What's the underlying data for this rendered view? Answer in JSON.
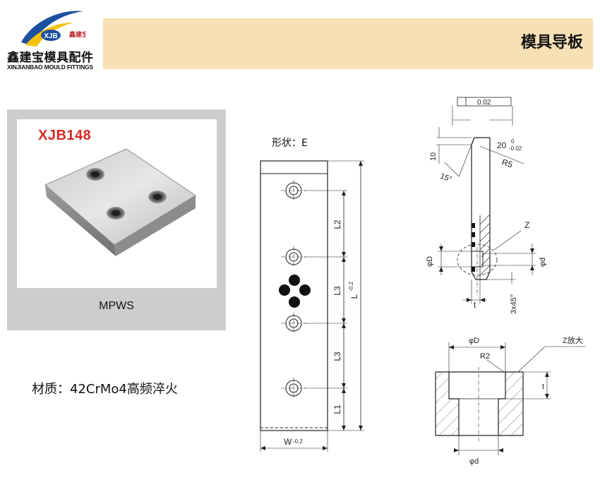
{
  "logo": {
    "badge": "XJB",
    "badge_cn": "鑫建宝",
    "company_cn": "鑫建宝模具配件",
    "company_en": "XINJIANBAO MOULD FITTINGS"
  },
  "header": {
    "title": "模具导板"
  },
  "product": {
    "model": "XJB148",
    "caption": "MPWS",
    "material": "材质：42CrMo4高频淬火"
  },
  "drawing": {
    "shape_label": "形状：E",
    "dims": {
      "l2": "L2",
      "l3a": "L3",
      "l3b": "L3",
      "l1": "L1",
      "l": "L",
      "l_tol": "-0.2",
      "w": "W",
      "w_tol": "-0.2",
      "flatness": "0.02",
      "thick": "20",
      "thick_tol_up": "0",
      "thick_tol_low": "-0.02",
      "r5": "R5",
      "h10": "10",
      "ang15": "15°",
      "z": "Z",
      "phi_d_big": "φD",
      "phi_d_small": "φd",
      "t": "t",
      "cham": "3x45°",
      "detail_phi_d_big": "φD",
      "detail_z": "Z放大",
      "detail_r2": "R2",
      "detail_t": "t",
      "detail_phi_d_small": "φd"
    }
  }
}
